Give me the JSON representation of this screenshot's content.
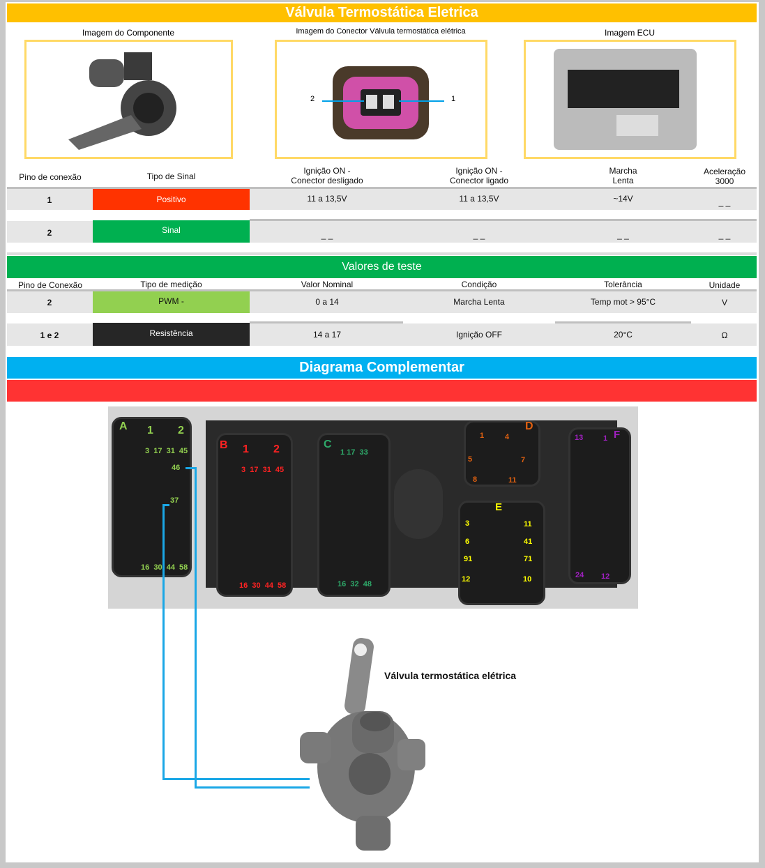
{
  "title": "Válvula Termostática Eletrica",
  "images": {
    "component": "Imagem do Componente",
    "connector": "Imagem do Conector Válvula termostática elétrica",
    "ecu": "Imagem ECU",
    "connector_pin_left": "2",
    "connector_pin_right": "1"
  },
  "table1": {
    "headers": [
      "Pino de conexão",
      "Tipo de Sinal",
      "Ignição ON -\nConector desligado",
      "Ignição ON -\nConector ligado",
      "Marcha\nLenta",
      "Aceleração\n3000"
    ],
    "rows": [
      {
        "pin": "1",
        "signal": "Positivo",
        "c1": "11 a 13,5V",
        "c2": "11 a 13,5V",
        "c3": "~14V",
        "c4": "_ _"
      },
      {
        "pin": "2",
        "signal": "Sinal",
        "c1": "_ _",
        "c2": "_ _",
        "c3": "_ _",
        "c4": "_ _"
      }
    ]
  },
  "test": {
    "title": "Valores de teste",
    "headers": [
      "Pino de Conexão",
      "Tipo de medição",
      "Valor Nominal",
      "Condição",
      "Tolerância",
      "Unidade"
    ],
    "rows": [
      {
        "pin": "2",
        "type": "PWM -",
        "nominal": "0 a 14",
        "cond": "Marcha Lenta",
        "tol": "Temp mot > 95°C",
        "unit": "V"
      },
      {
        "pin": "1 e 2",
        "type": "Resistência",
        "nominal": "14 a 17",
        "cond": "Ignição OFF",
        "tol": "20°C",
        "unit": "Ω"
      }
    ]
  },
  "diagram": {
    "title": "Diagrama Complementar",
    "valve_label": "Válvula termostática elétrica",
    "A": {
      "name": "A",
      "top": "1",
      "top2": "2",
      "row1": "3  17  31  45",
      "p46": "46",
      "p37": "37",
      "bottom": "16  30  44  58"
    },
    "B": {
      "name": "B",
      "top": "1",
      "top2": "2",
      "row1": "3  17  31  45",
      "bottom": "16  30  44  58"
    },
    "C": {
      "name": "C",
      "row1": "1 17  33",
      "bottom": "16  32  48"
    },
    "D": {
      "name": "D",
      "p1": "1",
      "p4": "4",
      "p5": "5",
      "p7": "7",
      "p8": "8",
      "p11": "11"
    },
    "E": {
      "name": "E",
      "left": [
        "3",
        "6",
        "91",
        "12"
      ],
      "right": [
        "11",
        "41",
        "71",
        "10"
      ]
    },
    "F": {
      "name": "F",
      "p13": "13",
      "p1": "1",
      "p24": "24",
      "p12": "12"
    }
  },
  "colors": {
    "yellow": "#FFC000",
    "red": "#FF3300",
    "green": "#00B050",
    "lightgreen": "#92D050",
    "blue": "#00B0F0"
  }
}
